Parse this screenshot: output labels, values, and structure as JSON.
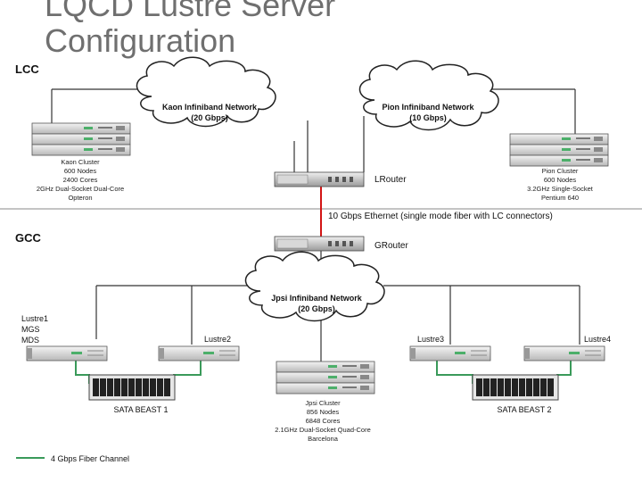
{
  "title": {
    "line1": "LQCD Lustre Server",
    "line2": "Configuration"
  },
  "sections": {
    "lcc": "LCC",
    "gcc": "GCC"
  },
  "clouds": {
    "kaon": {
      "name": "Kaon Infiniband Network",
      "speed": "(20 Gbps)"
    },
    "pion": {
      "name": "Pion Infiniband Network",
      "speed": "(10 Gbps)"
    },
    "jpsi": {
      "name": "Jpsi Infiniband Network",
      "speed": "(20 Gbps)"
    }
  },
  "clusters": {
    "kaon": [
      "Kaon Cluster",
      "600 Nodes",
      "2400 Cores",
      "2GHz Dual-Socket Dual-Core",
      "Opteron"
    ],
    "pion": [
      "Pion Cluster",
      "600 Nodes",
      "3.2GHz Single-Socket",
      "Pentium 640"
    ],
    "jpsi": [
      "Jpsi Cluster",
      "856 Nodes",
      "6848 Cores",
      "2.1GHz Dual-Socket Quad-Core",
      "Barcelona"
    ]
  },
  "routers": {
    "lrouter": "LRouter",
    "grouter": "GRouter"
  },
  "link_label": "10 Gbps Ethernet (single mode fiber with LC connectors)",
  "servers": {
    "lustre1": [
      "Lustre1",
      "MGS",
      "MDS"
    ],
    "lustre2": "Lustre2",
    "lustre3": "Lustre3",
    "lustre4": "Lustre4"
  },
  "storage": {
    "beast1": "SATA BEAST 1",
    "beast2": "SATA BEAST 2"
  },
  "legend": {
    "fiber": "4 Gbps Fiber Channel"
  },
  "colors": {
    "fiber": "#3a9a5a",
    "ethernet": "#d21414",
    "link": "#333333",
    "title": "#6f6f6f",
    "divider": "#888888"
  }
}
